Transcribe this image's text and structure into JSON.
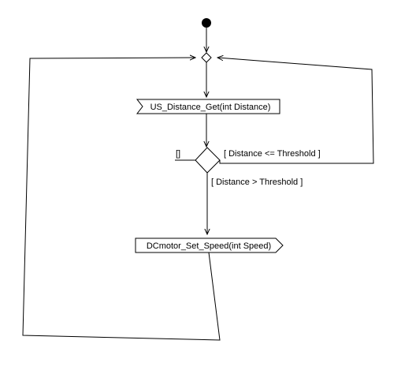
{
  "diagram": {
    "receive_action": {
      "label": "US_Distance_Get(int Distance)"
    },
    "send_action": {
      "label": "DCmotor_Set_Speed(int Speed)"
    },
    "guards": {
      "empty": "[]",
      "less_equal": "[ Distance <= Threshold ]",
      "greater": "[ Distance > Threshold ]"
    }
  },
  "colors": {
    "stroke": "#000000",
    "background": "#ffffff"
  }
}
